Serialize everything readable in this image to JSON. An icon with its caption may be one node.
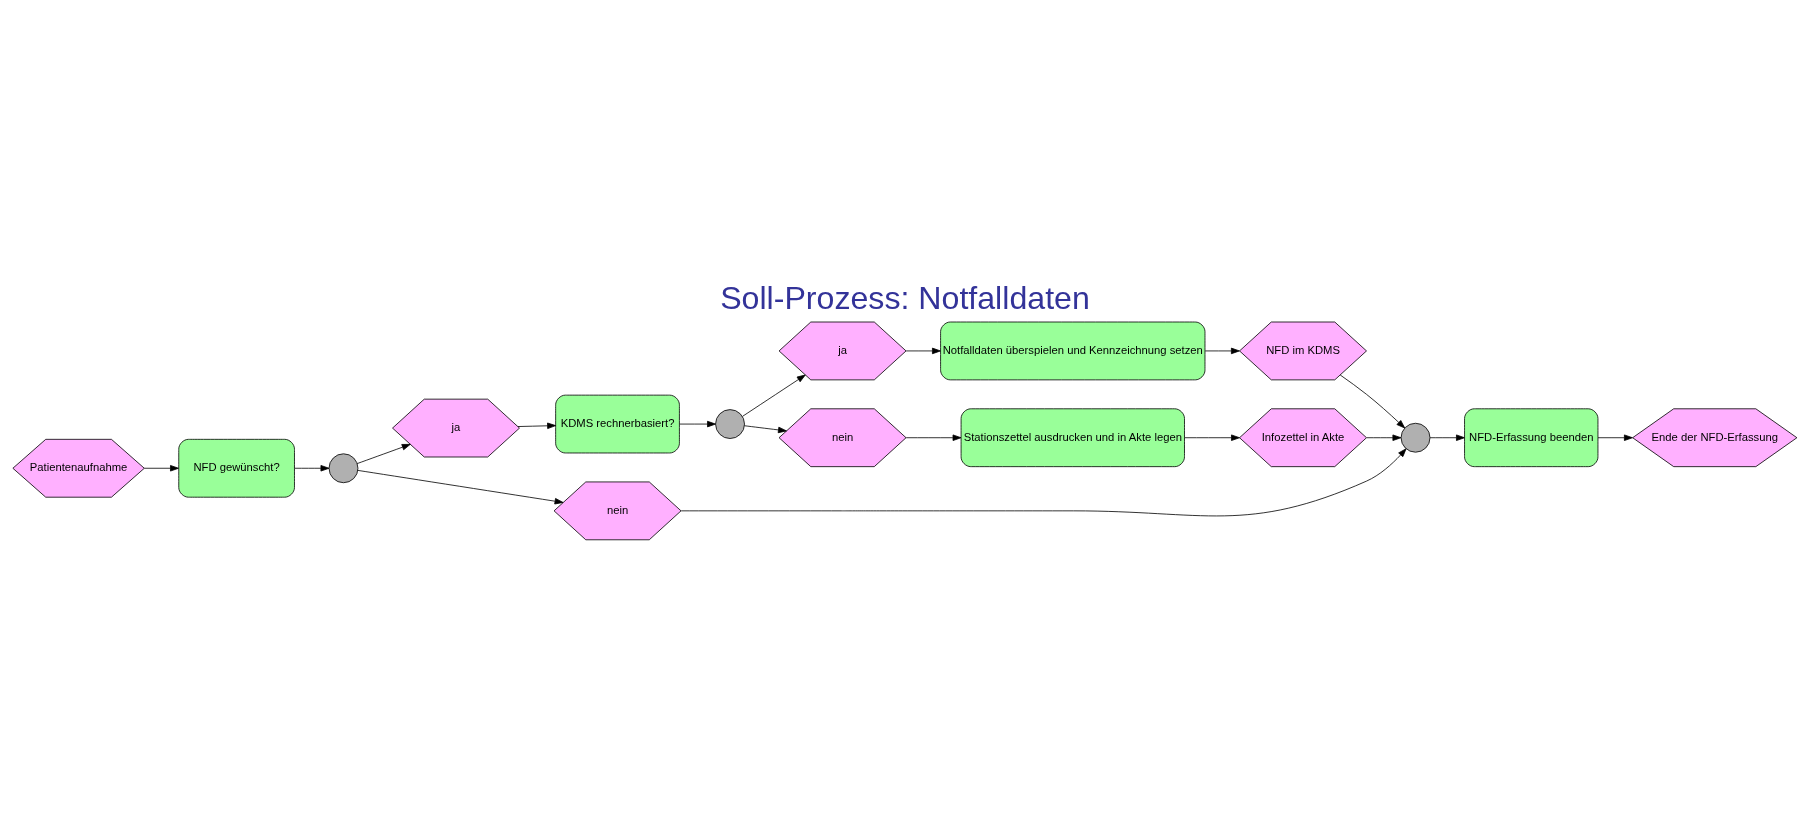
{
  "diagram": {
    "title": "Soll-Prozess: Notfalldaten",
    "nodes": [
      {
        "text": [
          "Patientenaufnahme"
        ]
      },
      {
        "text": [
          "NFD gewünscht?"
        ]
      },
      {
        "text": [],
        "shape": "circle"
      },
      {
        "text": [
          "ja"
        ]
      },
      {
        "text": [
          "nein"
        ]
      },
      {
        "text": [
          "KDMS rechnerbasiert?"
        ]
      },
      {
        "text": [],
        "shape": "circle"
      },
      {
        "text": [
          "ja"
        ]
      },
      {
        "text": [
          "nein"
        ]
      },
      {
        "text": [
          "Notfalldaten überspielen und Kennzeichnung setzen"
        ]
      },
      {
        "text": [
          "Stationszettel ausdrucken und in Akte legen"
        ]
      },
      {
        "text": [
          "NFD im KDMS"
        ]
      },
      {
        "text": [
          "Infozettel in Akte"
        ]
      },
      {
        "text": [],
        "shape": "circle"
      },
      {
        "text": [
          "NFD-Erfassung beenden"
        ]
      },
      {
        "text": [
          "Ende der NFD-Erfassung"
        ]
      }
    ],
    "edges": [
      {
        "from": 0,
        "to": 1,
        "arrow": "to"
      },
      {
        "from": 1,
        "to": 2,
        "arrow": "to"
      },
      {
        "from": 2,
        "to": 3,
        "arrow": "to"
      },
      {
        "from": 2,
        "to": 4,
        "arrow": "to"
      },
      {
        "from": 3,
        "to": 5,
        "arrow": "to"
      },
      {
        "from": 5,
        "to": 6,
        "arrow": "to"
      },
      {
        "from": 6,
        "to": 7,
        "arrow": "to"
      },
      {
        "from": 6,
        "to": 8,
        "arrow": "to"
      },
      {
        "from": 7,
        "to": 9,
        "arrow": "to"
      },
      {
        "from": 8,
        "to": 10,
        "arrow": "to"
      },
      {
        "from": 9,
        "to": 11,
        "arrow": "to"
      },
      {
        "from": 10,
        "to": 12,
        "arrow": "to"
      },
      {
        "from": 4,
        "to": 13,
        "arrow": "to"
      },
      {
        "from": 11,
        "to": 13,
        "arrow": "to"
      },
      {
        "from": 12,
        "to": 13,
        "arrow": "to"
      },
      {
        "from": 13,
        "to": 14,
        "arrow": "to"
      },
      {
        "from": 14,
        "to": 15,
        "arrow": "to"
      }
    ]
  }
}
